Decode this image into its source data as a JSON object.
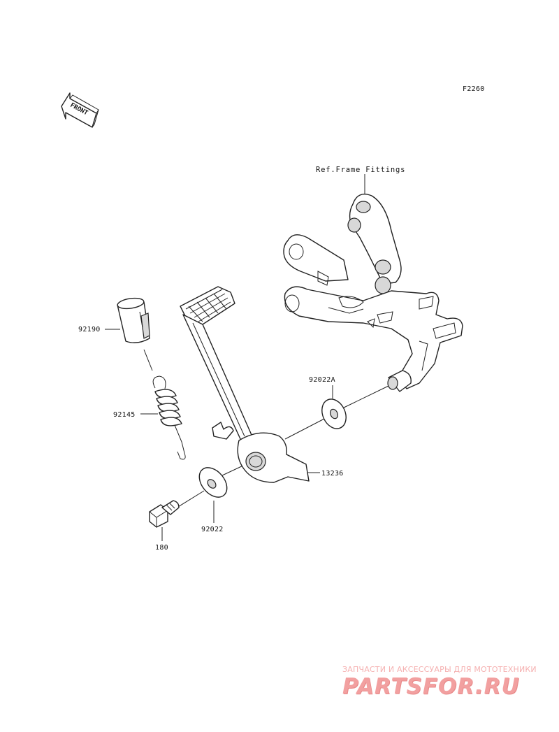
{
  "diagram_code": "F2260",
  "front_indicator": "FRONT",
  "reference_label": "Ref.Frame Fittings",
  "callouts": {
    "cover": "92190",
    "spring": "92145",
    "washer_a": "92022A",
    "pedal": "13236",
    "washer": "92022",
    "bolt": "180"
  },
  "watermark": {
    "tagline": "ЗАПЧАСТИ И АКСЕССУАРЫ ДЛЯ МОТОТЕХНИКИ",
    "brand": "PARTSFOR.RU"
  },
  "colors": {
    "line": "#222222",
    "watermark": "#f2a0a0"
  }
}
